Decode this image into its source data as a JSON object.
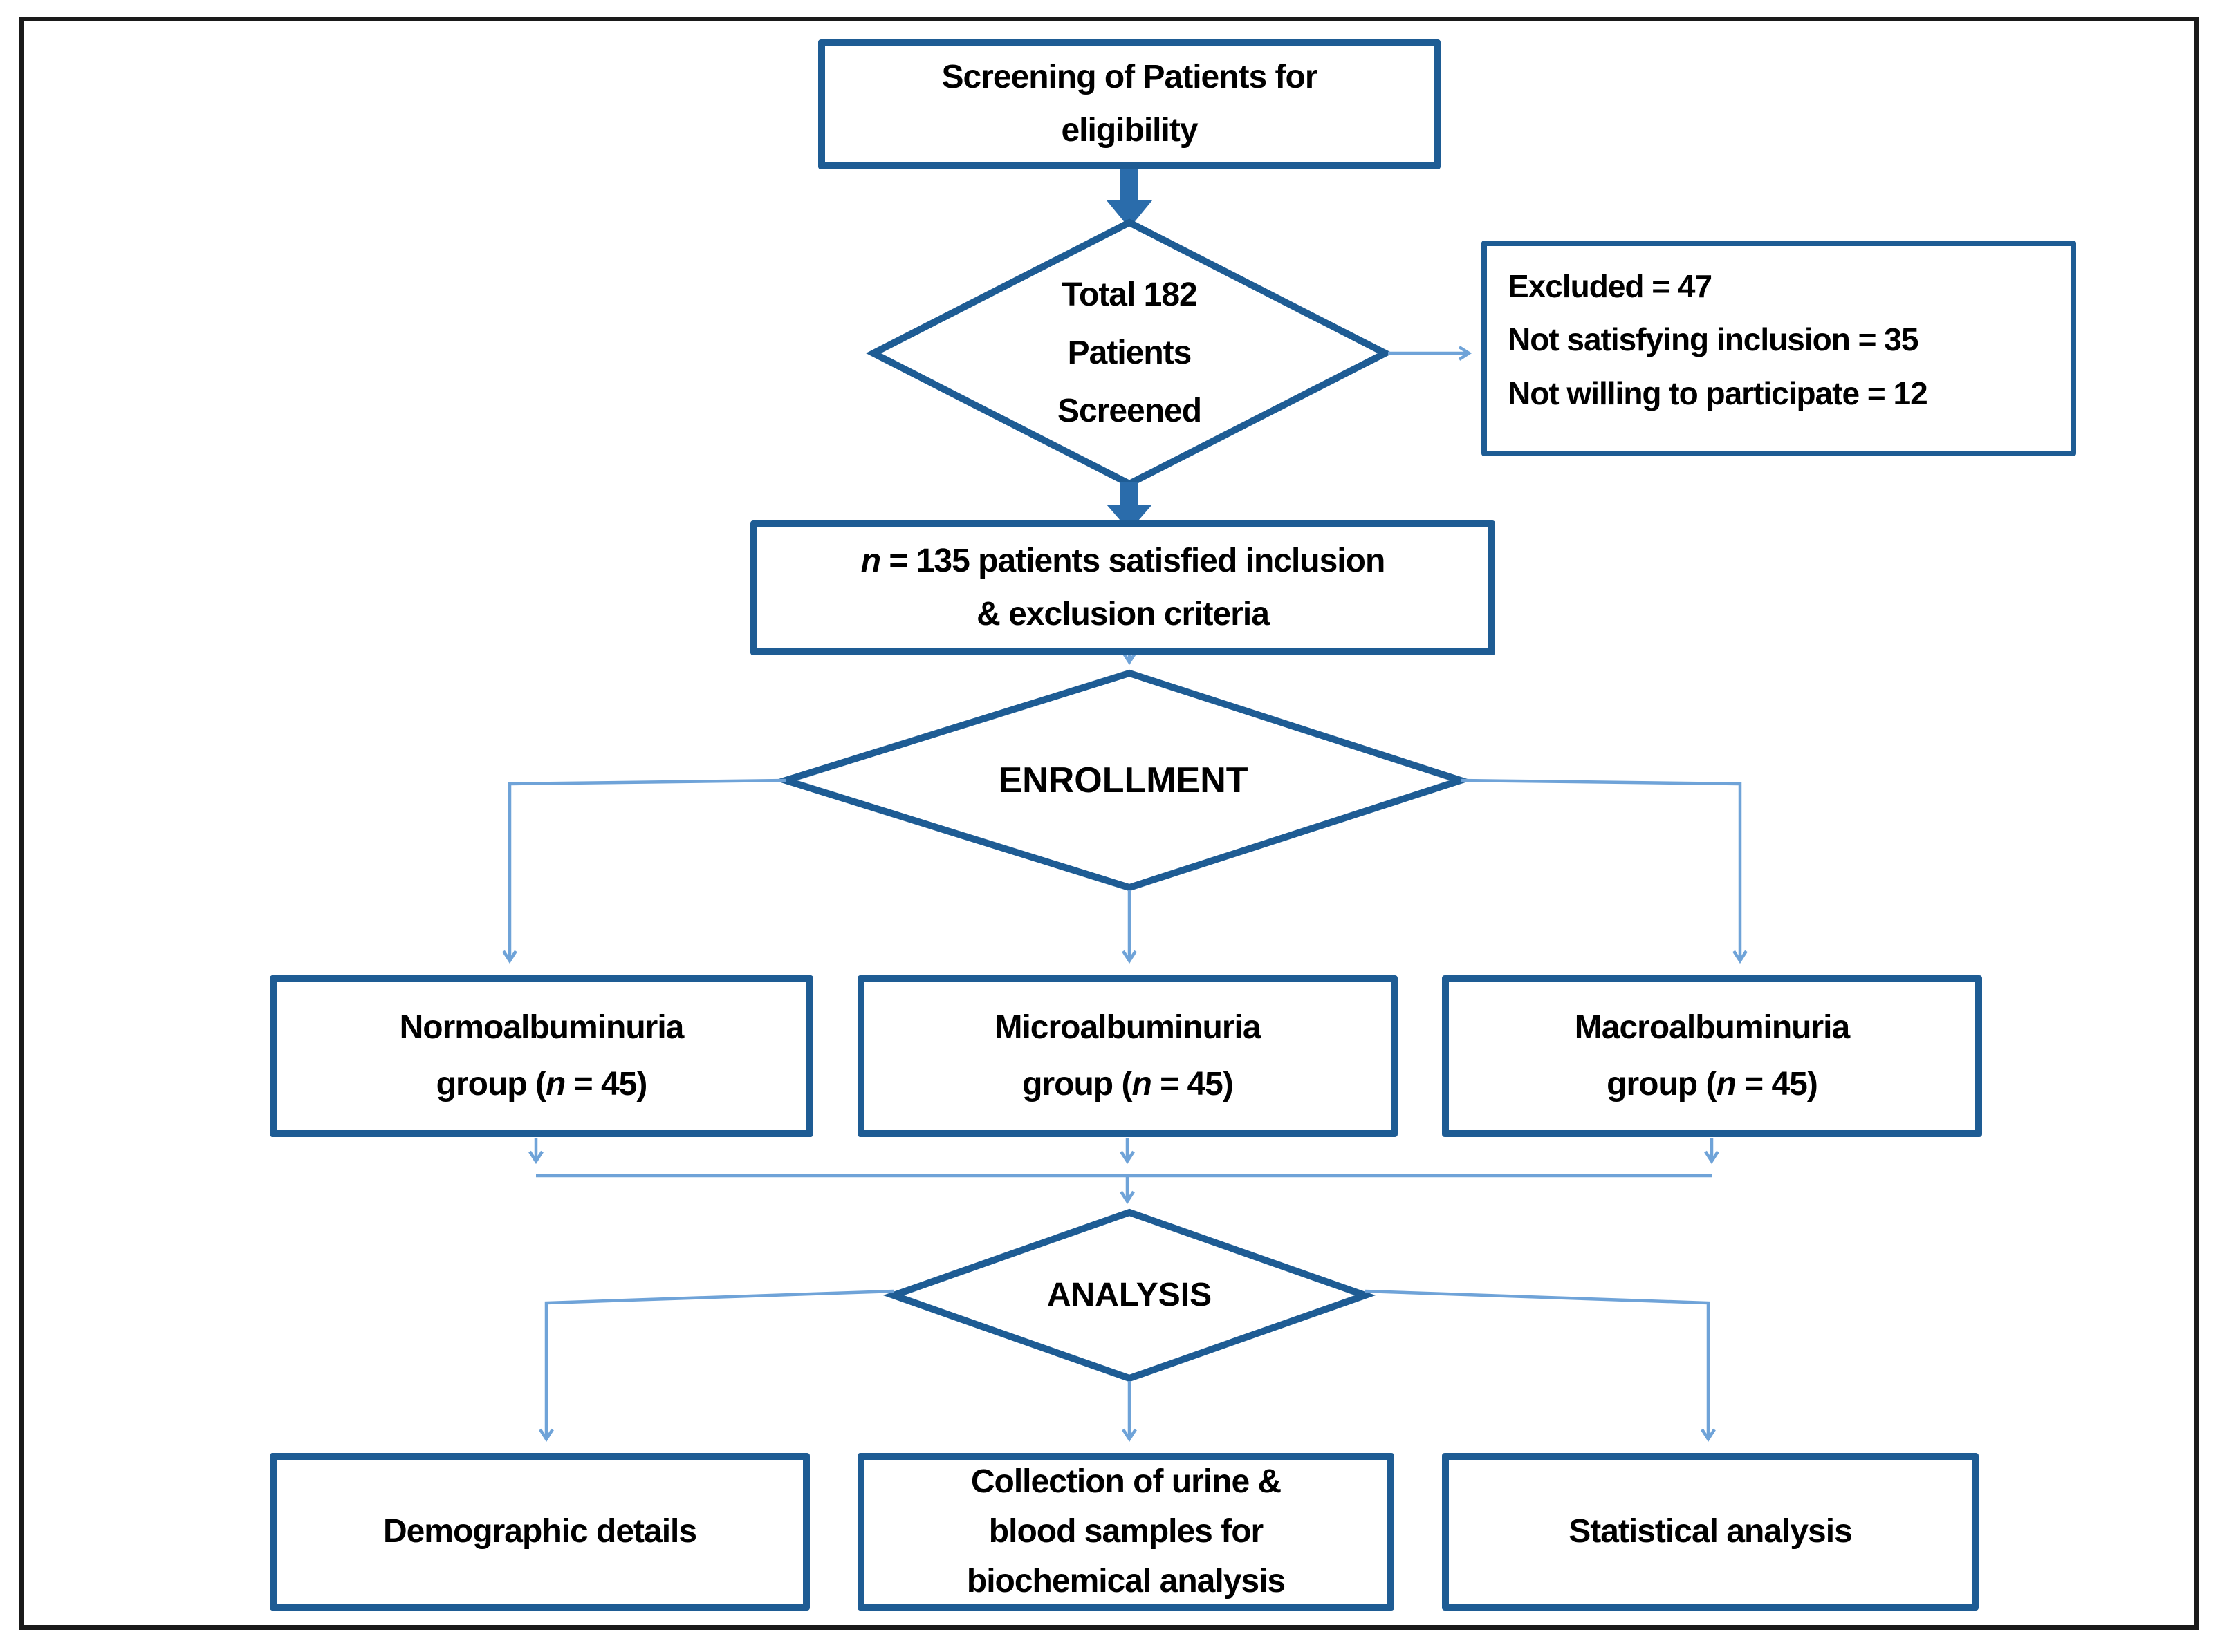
{
  "colors": {
    "node_border": "#1e5c94",
    "thin_connector": "#6fa3d8",
    "thick_arrow": "#2a6cab",
    "text": "#000000",
    "outer_frame": "#1a1a1a"
  },
  "nodes": {
    "screening": {
      "line1": "Screening of Patients for",
      "line2": "eligibility"
    },
    "total_screened": {
      "line1": "Total 182",
      "line2": "Patients",
      "line3": "Screened"
    },
    "excluded": {
      "line1": "Excluded = 47",
      "line2": "Not satisfying inclusion = 35",
      "line3": "Not willing to participate = 12"
    },
    "included": {
      "n": "n",
      "line1_rest": " = 135 patients satisfied inclusion",
      "line2": "& exclusion criteria"
    },
    "enrollment": {
      "label": "ENROLLMENT"
    },
    "groups": [
      {
        "line1": "Normoalbuminuria",
        "line2_pre": "group (",
        "n": "n",
        "line2_post": " = 45)"
      },
      {
        "line1": "Microalbuminuria",
        "line2_pre": "group (",
        "n": "n",
        "line2_post": " = 45)"
      },
      {
        "line1": "Macroalbuminuria",
        "line2_pre": "group (",
        "n": "n",
        "line2_post": " = 45)"
      }
    ],
    "analysis": {
      "label": "ANALYSIS"
    },
    "outcomes": [
      {
        "label": "Demographic details"
      },
      {
        "line1": "Collection of urine &",
        "line2": "blood samples for",
        "line3": "biochemical analysis"
      },
      {
        "label": "Statistical analysis"
      }
    ]
  }
}
